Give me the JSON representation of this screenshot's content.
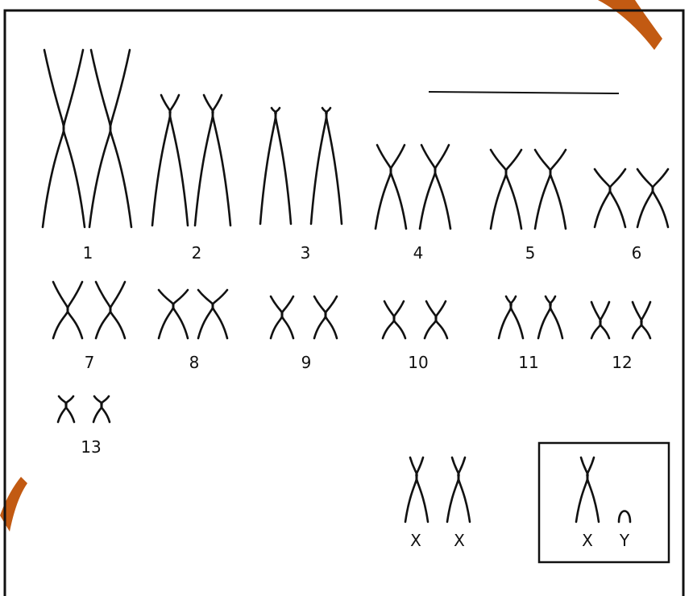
{
  "colors": {
    "ink": "#111111",
    "accent": "#c25a12",
    "background": "#ffffff"
  },
  "karyotype": {
    "autosomes": [
      {
        "label": "1"
      },
      {
        "label": "2"
      },
      {
        "label": "3"
      },
      {
        "label": "4"
      },
      {
        "label": "5"
      },
      {
        "label": "6"
      },
      {
        "label": "7"
      },
      {
        "label": "8"
      },
      {
        "label": "9"
      },
      {
        "label": "10"
      },
      {
        "label": "11"
      },
      {
        "label": "12"
      },
      {
        "label": "13"
      }
    ],
    "sex_pair_female": {
      "first": "X",
      "second": "X"
    },
    "sex_pair_male": {
      "first": "X",
      "second": "Y"
    }
  }
}
